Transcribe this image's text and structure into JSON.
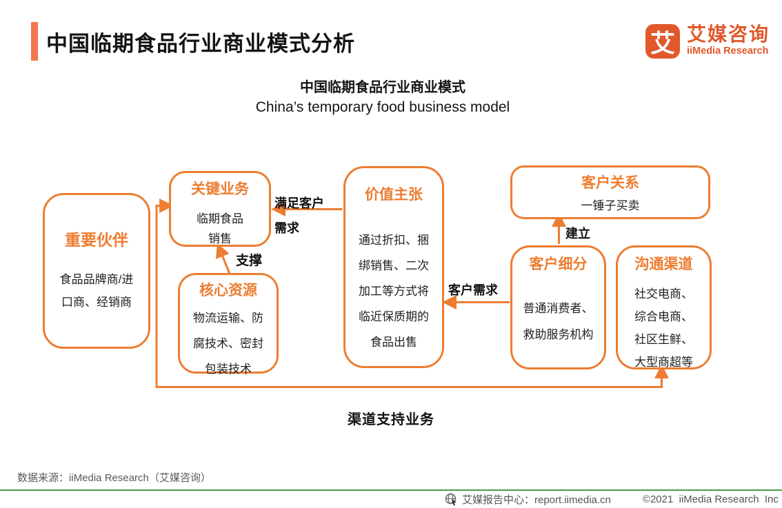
{
  "header": {
    "title": "中国临期食品行业商业模式分析"
  },
  "logo": {
    "glyph": "艾",
    "name_zh": "艾媒咨询",
    "name_en": "iiMedia Research"
  },
  "subtitle": {
    "zh": "中国临期食品行业商业模式",
    "en": "China’s temporary food business model"
  },
  "canvas": {
    "partners": {
      "title": "重要伙伴",
      "lines": [
        "食品品牌商/进",
        "口商、经销商"
      ]
    },
    "key_activities": {
      "title": "关键业务",
      "lines": [
        "临期食品",
        "销售"
      ]
    },
    "core_resources": {
      "title": "核心资源",
      "lines": [
        "物流运输、防",
        "腐技术、密封",
        "包装技术"
      ]
    },
    "value_proposition": {
      "title": "价值主张",
      "lines": [
        "通过折扣、捆",
        "绑销售、二次",
        "加工等方式将",
        "临近保质期的",
        "食品出售"
      ]
    },
    "customer_relations": {
      "title": "客户关系",
      "lines": [
        "一锤子买卖"
      ]
    },
    "customer_segments": {
      "title": "客户细分",
      "lines": [
        "普通消费者、",
        "救助服务机构"
      ]
    },
    "channels": {
      "title": "沟通渠道",
      "lines": [
        "社交电商、",
        "综合电商、",
        "社区生鲜、",
        "大型商超等"
      ]
    }
  },
  "arrows": {
    "satisfy_line1": "满足客户",
    "satisfy_line2": "需求",
    "support": "支撑",
    "establish": "建立",
    "demand": "客户需求",
    "channel_support": "渠道支持业务"
  },
  "source_note": "数据来源：iiMedia Research（艾媒咨询）",
  "footer": {
    "report_center": "艾媒报告中心：report.iimedia.cn",
    "copyright": "©2021  iiMedia Research  Inc"
  },
  "colors": {
    "accent": "#ED7D31",
    "header_bar": "#F4764F",
    "logo": "#E1582B",
    "footer_line": "#4A9B4F",
    "muted_text": "#595959"
  }
}
